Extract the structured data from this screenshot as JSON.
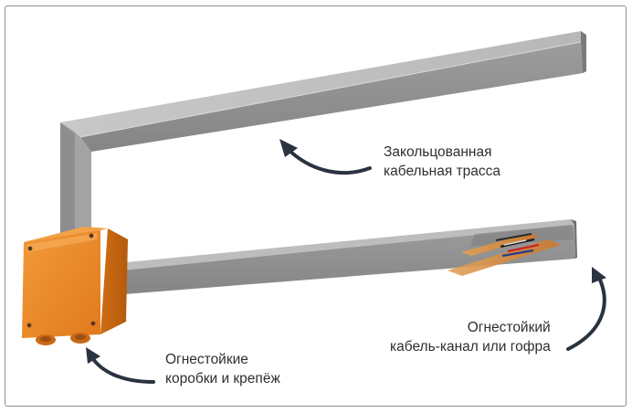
{
  "labels": {
    "loop_route": [
      "Закольцованная",
      "кабельная трасса"
    ],
    "fire_channel": [
      "Огнестойкий",
      "кабель-канал или гофра"
    ],
    "fire_boxes": [
      "Огнестойкие",
      "коробки и крепёж"
    ]
  },
  "colors": {
    "frame": "#8f8f8f",
    "channel_front": "#909090",
    "channel_top": "#c2c2c2",
    "channel_edge": "#6e6e6e",
    "box_orange": "#ee8a2b",
    "box_shadow": "#b85a10",
    "cable_copper": "#d7873a",
    "arrow": "#2a3340",
    "text": "#2f2f2f"
  }
}
